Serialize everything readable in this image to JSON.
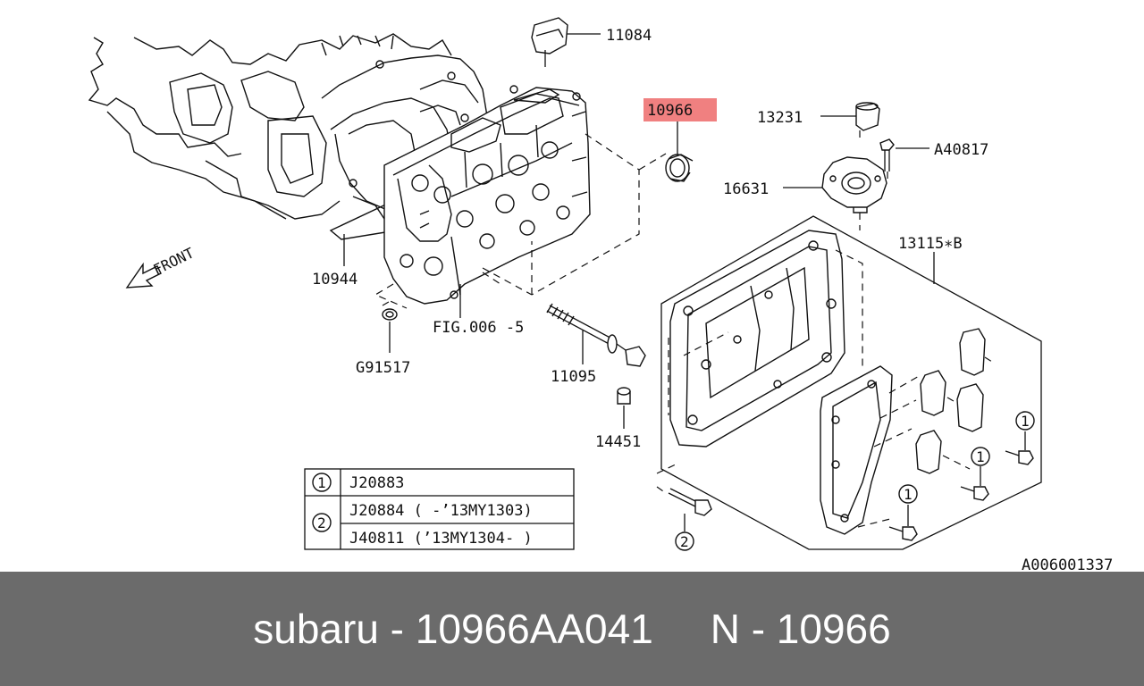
{
  "diagram": {
    "labels": {
      "p11084": "11084",
      "p10966": "10966",
      "p13231": "13231",
      "pA40817": "A40817",
      "p16631": "16631",
      "p13115": "13115∗B",
      "p10944": "10944",
      "pFIG": "FIG.006 -5",
      "pG91517": "G91517",
      "p11095": "11095",
      "p14451": "14451",
      "front": "FRONT",
      "ref": "A006001337"
    },
    "callout_marks": {
      "one": "1",
      "two": "2"
    },
    "highlight_color": "#f08080",
    "legend": {
      "rows": [
        {
          "mark": "1",
          "parts": [
            "J20883"
          ]
        },
        {
          "mark": "2",
          "parts": [
            "J20884 ( -’13MY1303)",
            "J40811 (’13MY1304- )"
          ]
        }
      ]
    }
  },
  "footer": {
    "text": "subaru - 10966AA041     N - 10966"
  }
}
